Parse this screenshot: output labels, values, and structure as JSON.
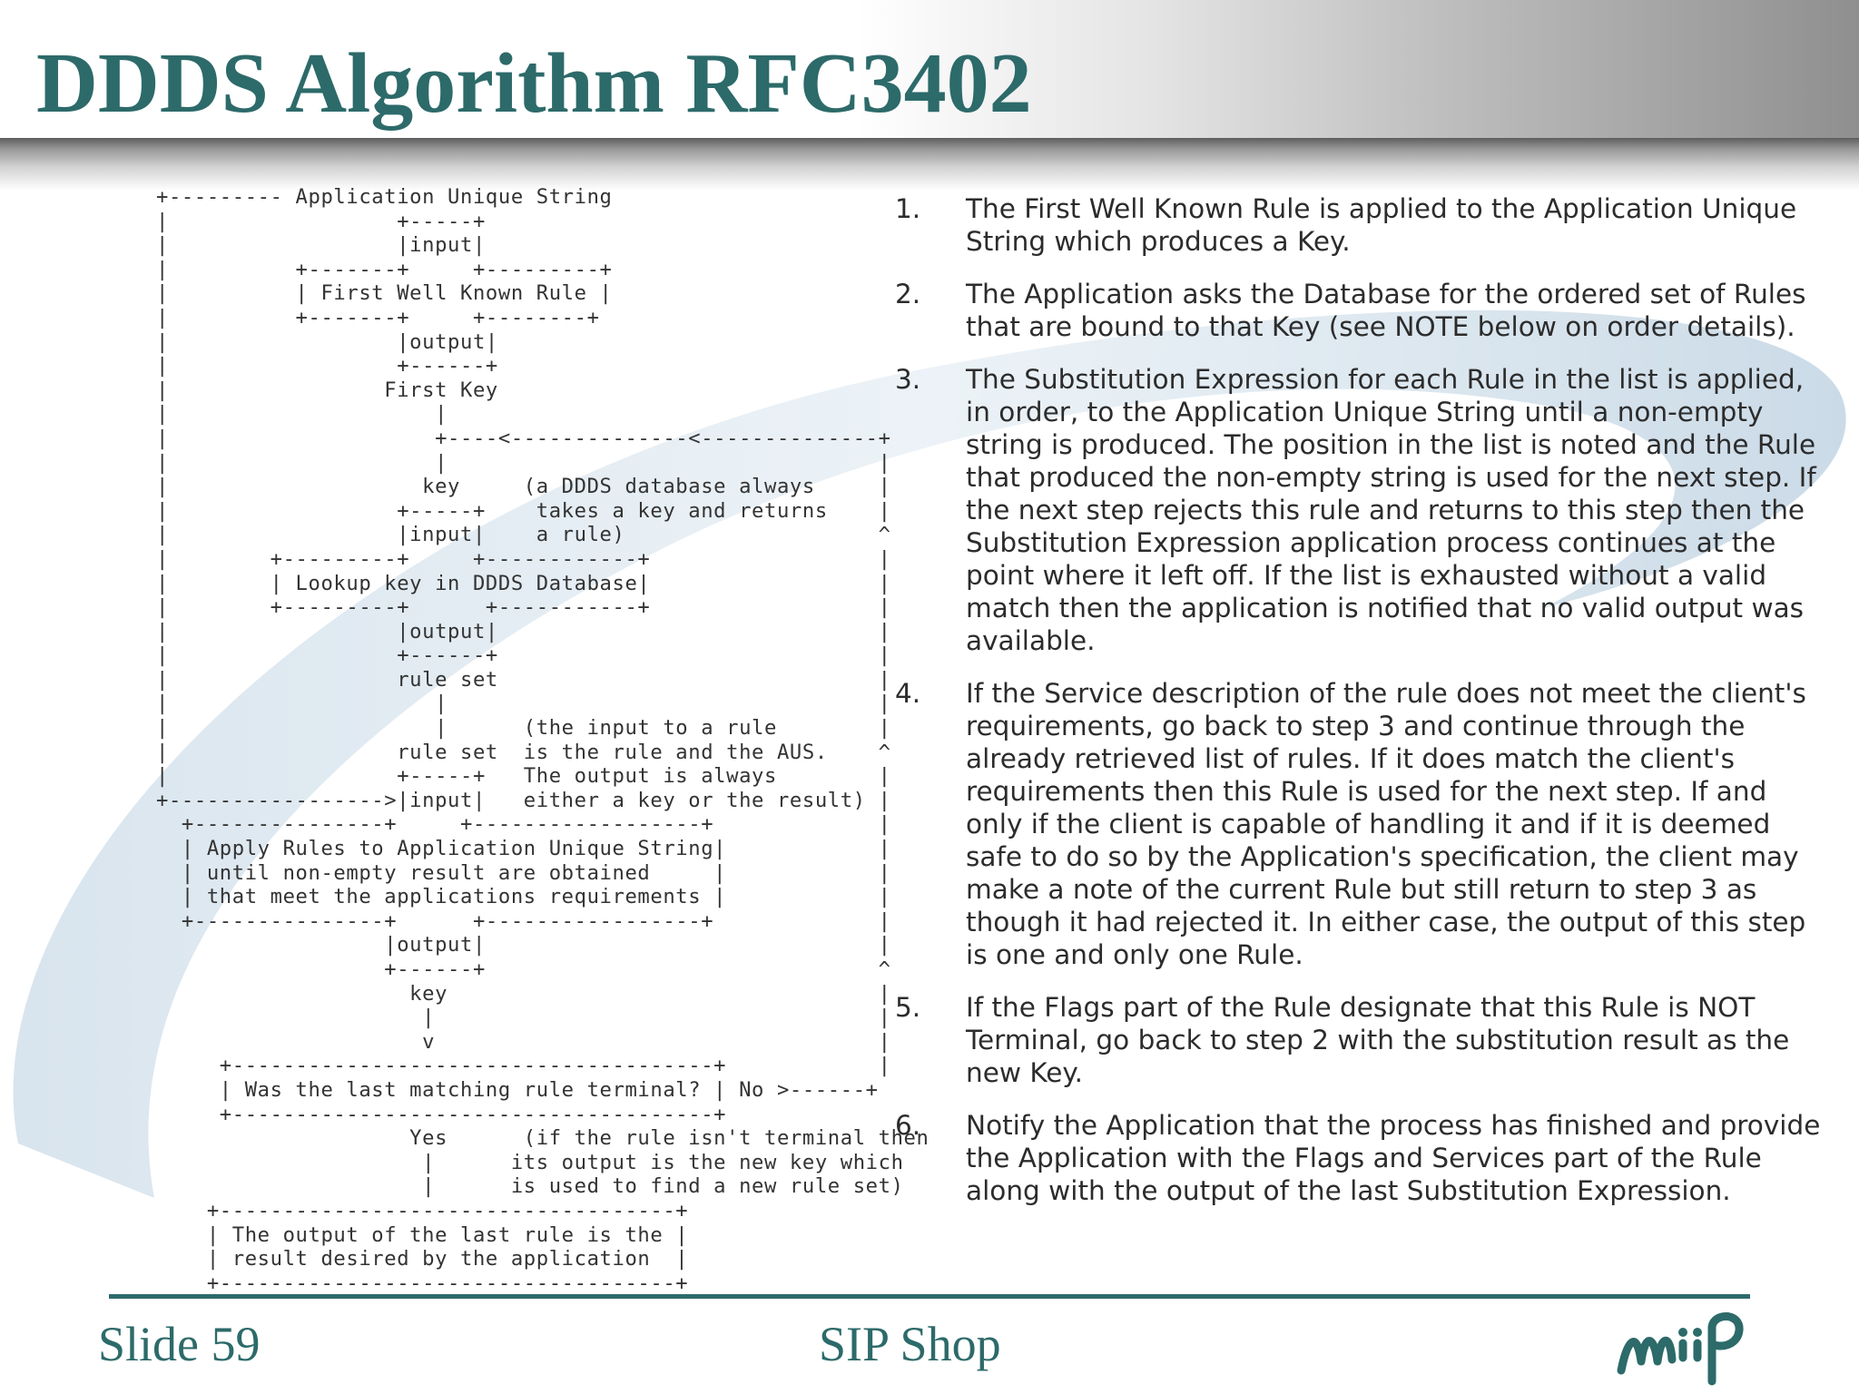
{
  "slide": {
    "title": "DDDS Algorithm RFC3402",
    "footer": {
      "slide_number": "Slide 59",
      "center_text": "SIP Shop"
    }
  },
  "diagram": {
    "lines": [
      "+--------- Application Unique String",
      "|                  +-----+",
      "|                  |input|",
      "|          +-------+     +---------+",
      "|          | First Well Known Rule |",
      "|          +-------+     +--------+",
      "|                  |output|",
      "|                  +------+",
      "|                 First Key",
      "|                     |",
      "|                     +----<--------------<--------------+",
      "|                     |                                  |",
      "|                    key     (a DDDS database always     |",
      "|                  +-----+    takes a key and returns    |",
      "|                  |input|    a rule)                    ^",
      "|        +---------+     +------------+                  |",
      "|        | Lookup key in DDDS Database|                  |",
      "|        +---------+      +-----------+                  |",
      "|                  |output|                              |",
      "|                  +------+                              |",
      "|                  rule set                              |",
      "|                     |                                  |",
      "|                     |      (the input to a rule        |",
      "|                  rule set  is the rule and the AUS.    ^",
      "|                  +-----+   The output is always        |",
      "+----------------->|input|   either a key or the result) |",
      "  +---------------+     +------------------+             |",
      "  | Apply Rules to Application Unique String|            |",
      "  | until non-empty result are obtained     |            |",
      "  | that meet the applications requirements |            |",
      "  +---------------+      +-----------------+             |",
      "                  |output|                               |",
      "                  +------+                               ^",
      "                    key                                  |",
      "                     |                                   |",
      "                     v                                   |",
      "     +--------------------------------------+            |",
      "     | Was the last matching rule terminal? | No >------+",
      "     +--------------------------------------+",
      "                    Yes      (if the rule isn't terminal then",
      "                     |      its output is the new key which",
      "                     |      is used to find a new rule set)",
      "    +------------------------------------+",
      "    | The output of the last rule is the |",
      "    | result desired by the application  |",
      "    +------------------------------------+"
    ]
  },
  "steps": [
    {
      "number": "1.",
      "text": "The First Well Known Rule is applied to the Application Unique String which produces a Key."
    },
    {
      "number": "2.",
      "text": "The Application asks the Database for the ordered set of Rules that are bound to that Key (see NOTE below on order details)."
    },
    {
      "number": "3.",
      "text": "The Substitution Expression for each Rule in the list is applied, in order, to the Application Unique String until a non-empty string is produced. The position in the list is noted and the Rule that produced the non-empty string is used for the next step.  If the next step rejects this rule and returns to this step then the Substitution Expression application process continues at the point where it left off.  If the list is exhausted without a valid match then the application is notified that no valid output was available."
    },
    {
      "number": "4.",
      "text": "If the Service description of the rule does not meet the client's requirements, go back to step 3 and continue through the already retrieved list of rules.  If it does match the client's requirements then this Rule is used for the next step.  If and only if the client is capable of handling it and if it is deemed safe to do so by the Application's specification, the client may make a note of the current Rule but still return to step 3 as though it had rejected it.  In either case, the output of this step is one and only one Rule."
    },
    {
      "number": "5.",
      "text": "If the Flags part of the Rule designate that this Rule is NOT Terminal, go back to step 2 with the substitution result as the new Key."
    },
    {
      "number": "6.",
      "text": "Notify the Application that the process has finished and provide the Application with the Flags and Services part of the Rule along with the output of the last Substitution Expression."
    }
  ],
  "colors": {
    "title": "#2d6a6a",
    "swoosh": "#b9cfe0",
    "body_text": "#2c2c2c"
  },
  "icons": {
    "logo": "company-logo"
  }
}
